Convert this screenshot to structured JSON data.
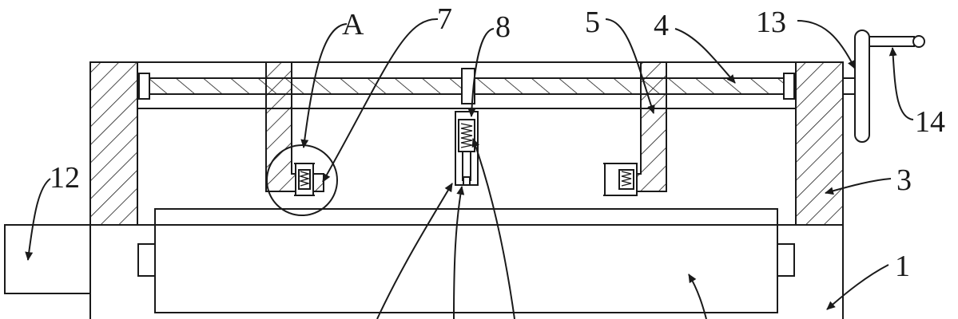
{
  "labels": {
    "A": "A",
    "n7": "7",
    "n8": "8",
    "n5": "5",
    "n4": "4",
    "n13": "13",
    "n14": "14",
    "n12": "12",
    "n3": "3",
    "n1": "1"
  },
  "colors": {
    "line": "#1a1a1a",
    "background": "#ffffff"
  }
}
